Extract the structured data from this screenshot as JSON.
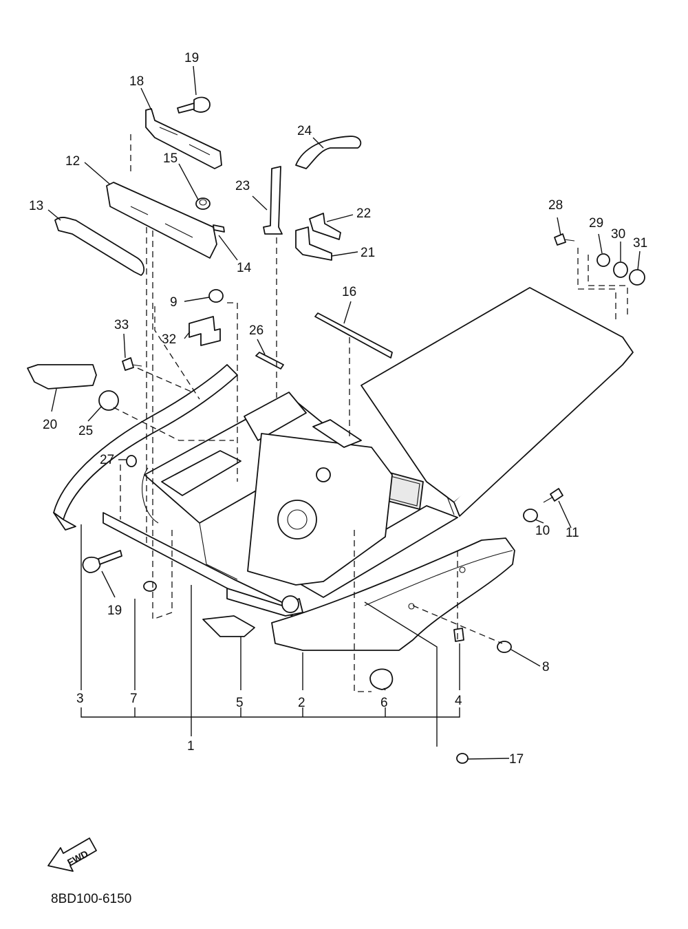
{
  "diagram": {
    "callouts": {
      "c1": "1",
      "c2": "2",
      "c3": "3",
      "c4": "4",
      "c5": "5",
      "c6": "6",
      "c7": "7",
      "c8": "8",
      "c9": "9",
      "c10": "10",
      "c11": "11",
      "c12": "12",
      "c13": "13",
      "c14": "14",
      "c15": "15",
      "c16": "16",
      "c17": "17",
      "c18": "18",
      "c19a": "19",
      "c19b": "19",
      "c20": "20",
      "c21": "21",
      "c22": "22",
      "c23": "23",
      "c24": "24",
      "c25": "25",
      "c26": "26",
      "c27": "27",
      "c28": "28",
      "c29": "29",
      "c30": "30",
      "c31": "31",
      "c32": "32",
      "c33": "33"
    },
    "fwd_label": "FWD",
    "drawing_code": "8BD100-6150"
  }
}
